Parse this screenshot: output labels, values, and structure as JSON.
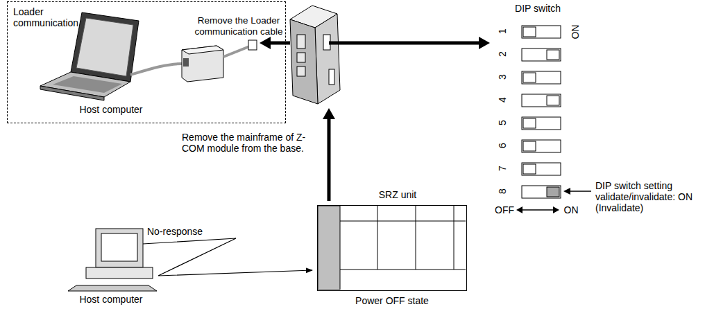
{
  "diagram": {
    "nodes": [
      {
        "text": [
          "Loader communication"
        ]
      },
      {
        "text": [
          "SRZ unit"
        ]
      }
    ],
    "labels": [
      "Remove the Loader communication cable",
      "Host computer",
      "DIP switch",
      "1",
      "2",
      "3",
      "4",
      "5",
      "6",
      "7",
      "8",
      "ON",
      "OFF",
      "ON",
      "DIP switch setting validate/invalidate: ON (Invalidate)",
      "Remove the mainframe of Z-COM module from the base.",
      "No-response",
      "Host computer",
      "Power OFF state"
    ]
  }
}
